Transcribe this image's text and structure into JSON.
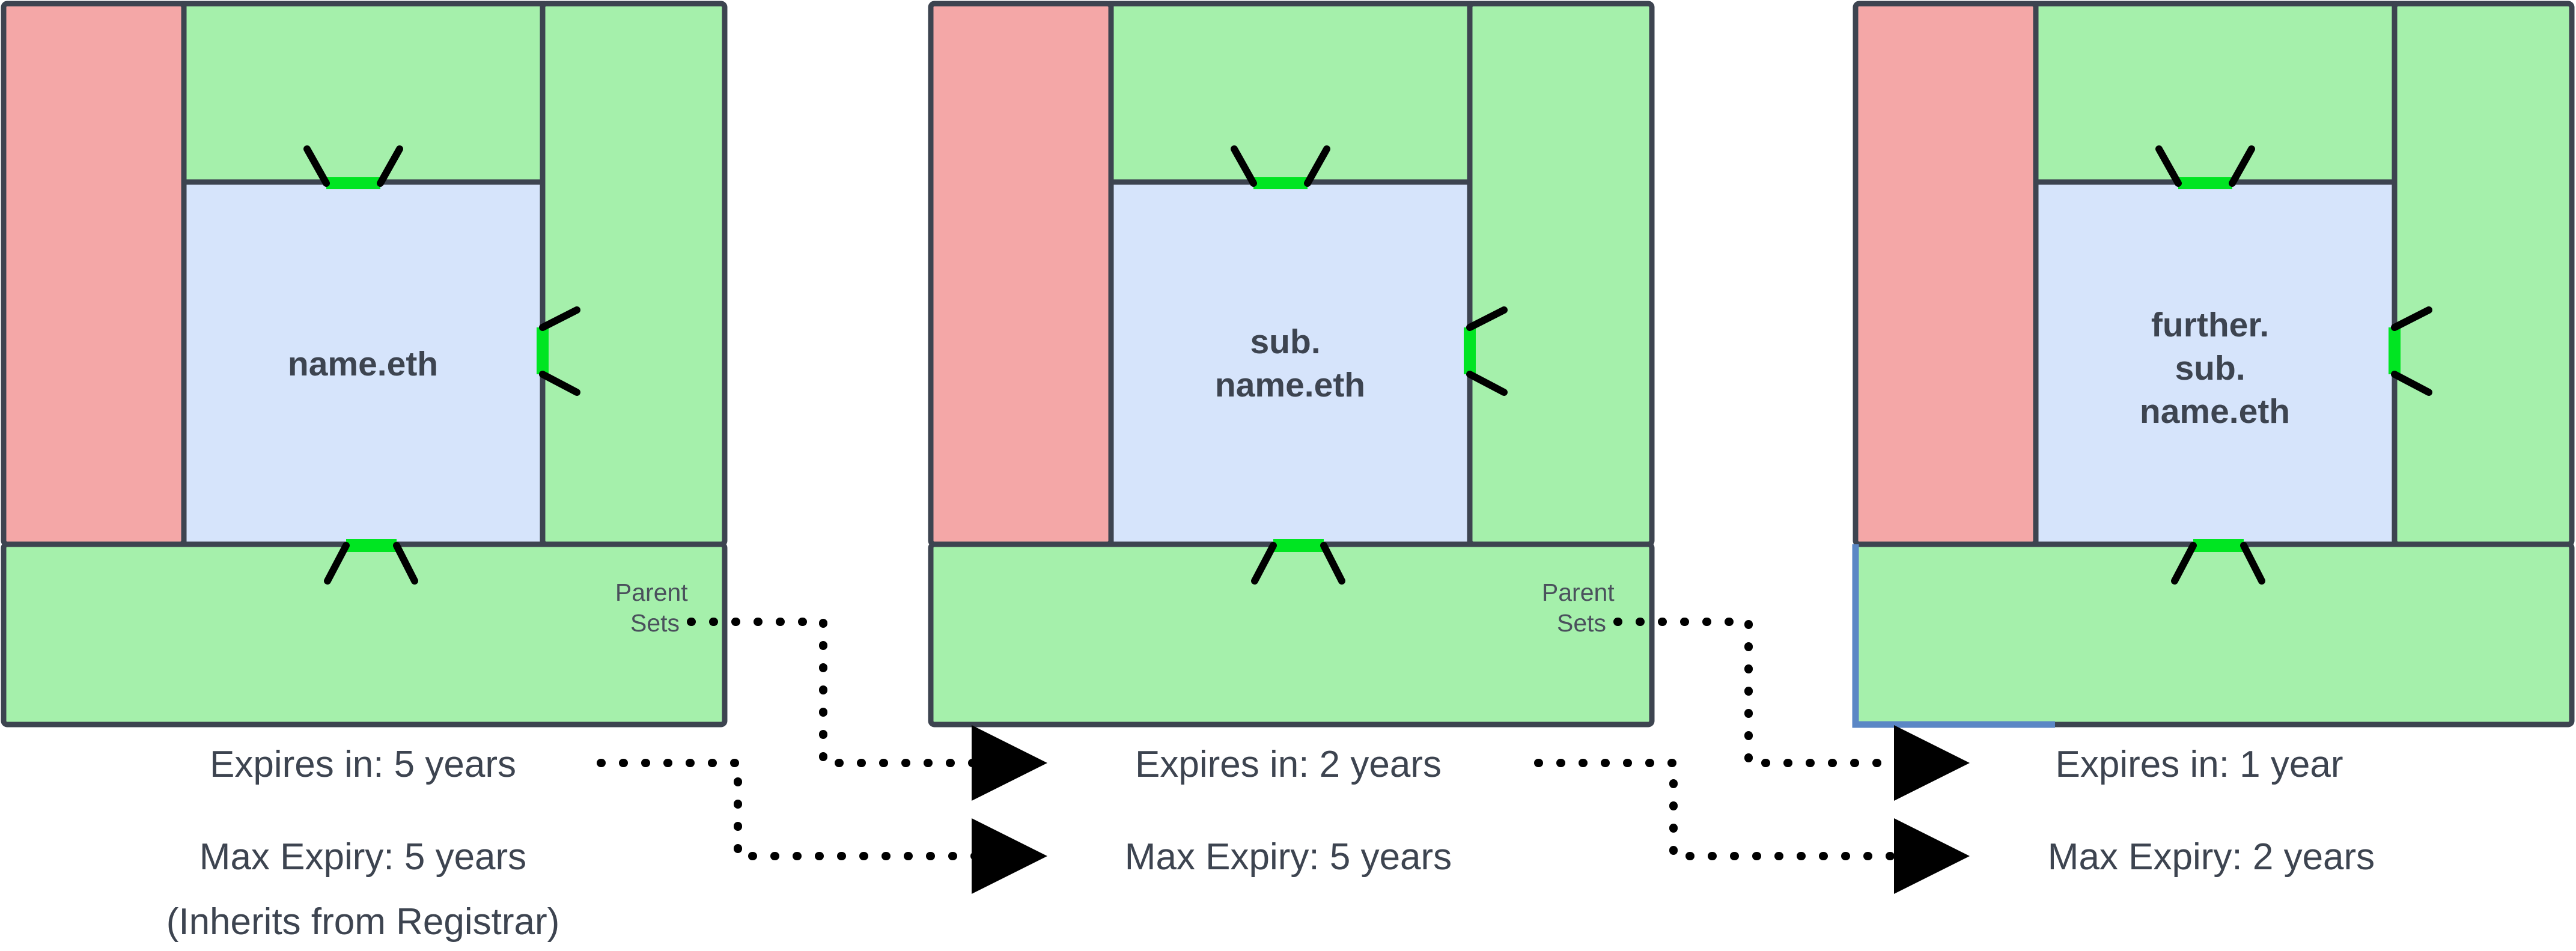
{
  "diagram": {
    "title": "ENS name expiry inheritance",
    "colors": {
      "stroke": "#3d4450",
      "fill_red": "#f4a7a7",
      "fill_green": "#a5f0ab",
      "fill_blue": "#d6e4fb",
      "highlight_green": "#00e522",
      "tick_black": "#000000",
      "selection_blue": "#5b87c5",
      "text": "#3d4450"
    },
    "panels": [
      {
        "id": "panel-1",
        "node_label_lines": [
          "name.eth"
        ],
        "parent_sets_label_lines": [
          "Parent",
          "Sets"
        ],
        "has_parent_sets_label": true,
        "selected": false,
        "captions": [
          "Expires in: 5 years",
          "Max Expiry: 5 years",
          "(Inherits from Registrar)"
        ]
      },
      {
        "id": "panel-2",
        "node_label_lines": [
          "sub.",
          "name.eth"
        ],
        "parent_sets_label_lines": [
          "Parent",
          "Sets"
        ],
        "has_parent_sets_label": true,
        "selected": false,
        "captions": [
          "Expires in: 2 years",
          "Max Expiry: 5 years"
        ]
      },
      {
        "id": "panel-3",
        "node_label_lines": [
          "further.",
          "sub.",
          "name.eth"
        ],
        "parent_sets_label_lines": [],
        "has_parent_sets_label": false,
        "selected": true,
        "captions": [
          "Expires in: 1 year",
          "Max Expiry: 2 years"
        ]
      }
    ],
    "connectors": [
      {
        "id": "connector-parentsets-1",
        "from": "panel-1 Parent Sets",
        "to": "panel-2 Expires in: 2 years",
        "style": "dotted-arrow"
      },
      {
        "id": "connector-expiry-1",
        "from": "panel-1 Expires in: 5 years",
        "to": "panel-2 Max Expiry: 5 years",
        "style": "dotted-arrow"
      },
      {
        "id": "connector-parentsets-2",
        "from": "panel-2 Parent Sets",
        "to": "panel-3 Expires in: 1 year",
        "style": "dotted-arrow"
      },
      {
        "id": "connector-expiry-2",
        "from": "panel-2 Expires in: 2 years",
        "to": "panel-3 Max Expiry: 2 years",
        "style": "dotted-arrow"
      }
    ]
  }
}
